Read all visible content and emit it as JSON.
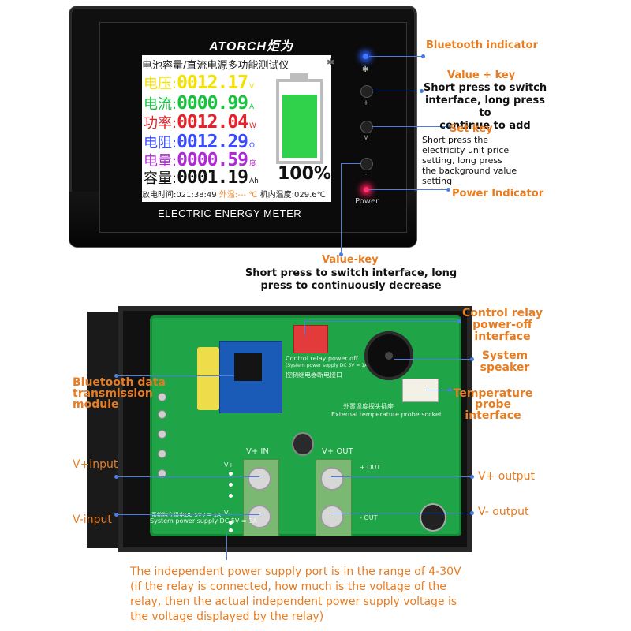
{
  "meter": {
    "brand": "ATORCH炬为",
    "screen_title": "电池容量/直流电源多功能测试仪",
    "rows": [
      {
        "label": "电压:",
        "value": "0012.17",
        "unit": "V",
        "color": "#f5e100"
      },
      {
        "label": "电流:",
        "value": "0000.99",
        "unit": "A",
        "color": "#13c43c"
      },
      {
        "label": "功率:",
        "value": "0012.04",
        "unit": "W",
        "color": "#e8202a"
      },
      {
        "label": "电阻:",
        "value": "0012.29",
        "unit": "Ω",
        "color": "#3a4cff"
      },
      {
        "label": "电量:",
        "value": "0000.59",
        "unit": "度",
        "color": "#b029d6"
      },
      {
        "label": "容量:",
        "value": "0001.19",
        "unit": "Ah",
        "color": "#111111"
      }
    ],
    "battery_percent": "100%",
    "battery_level": 0.95,
    "discharge_time": "放电时间:021:38:49",
    "external_temp": "外温:--- ℃",
    "machine_temp": "机内温度:029.6℃",
    "energy_label": "ELECTRIC ENERGY METER",
    "key_plus": "+",
    "key_m": "M",
    "key_minus": "-",
    "power_label": "Power"
  },
  "top_callouts": {
    "bluetooth_indicator": "Bluetooth indicator",
    "value_plus_key": "Value + key",
    "value_plus_desc": [
      "Short press to switch",
      "interface, long press to",
      "continue to add"
    ],
    "set_key": "Set key",
    "set_key_desc": [
      "Short press the",
      "electricity unit price",
      "setting, long press",
      "the background value",
      "setting"
    ],
    "power_indicator": "Power Indicator",
    "value_minus_key": "Value-key",
    "value_minus_desc": [
      "Short press to switch interface, long",
      "press to continuously decrease"
    ]
  },
  "pcb": {
    "relay_silk": "Control relay power off",
    "relay_silk_sub": "(System power supply DC 5V = 1A)",
    "relay_cn": "控制继电器断电接口",
    "temp_cn": "外置温度探头插座",
    "temp_silk": "External temperature probe socket",
    "vplus_in": "V+ IN",
    "vplus_out": "V+ OUT",
    "out_plus": "+ OUT",
    "out_minus": "- OUT",
    "v_plus_small": "V+",
    "v_minus_small": "V-",
    "sys_cn": "系统独立供电DC 5V / = 1A",
    "sys_silk": "System power supply DC 5V = 1A"
  },
  "bottom_callouts": {
    "control_relay": [
      "Control relay",
      "power-off",
      "interface"
    ],
    "system_speaker": [
      "System",
      "speaker"
    ],
    "temperature_probe": [
      "Temperature",
      "probe",
      "interface"
    ],
    "bluetooth_module": [
      "Bluetooth data",
      "transmission",
      "module"
    ],
    "v_plus_input": "V+input",
    "v_minus_input": "V-input",
    "v_plus_output": "V+ output",
    "v_minus_output": "V- output"
  },
  "note": [
    "The independent power supply port is in the range of 4-30V",
    "(if the relay is connected, how much is the voltage of the",
    "relay, then the actual independent power supply voltage is",
    "the voltage displayed by the relay)"
  ],
  "colors": {
    "accent": "#e87c21",
    "leader": "#4a7de0",
    "pcb": "#1fa447"
  }
}
